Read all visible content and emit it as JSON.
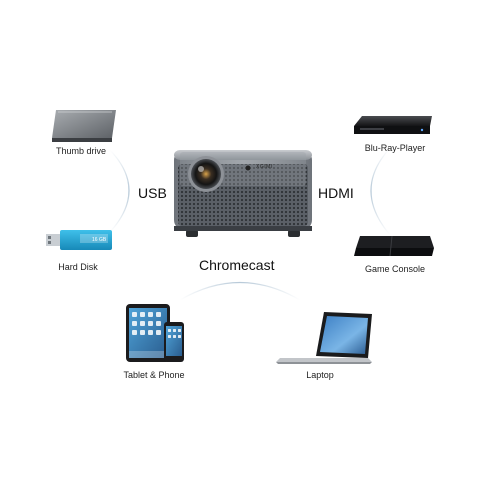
{
  "labels": {
    "thumb_drive": "Thumb drive",
    "hard_disk": "Hard Disk",
    "usb": "USB",
    "hdmi": "HDMI",
    "bluray": "Blu-Ray-Player",
    "game_console": "Game Console",
    "chromecast": "Chromecast",
    "tablet_phone": "Tablet  & Phone",
    "laptop": "Laptop"
  },
  "projector": {
    "brand": "XGIMI"
  },
  "icons": {
    "projector": "projector-icon",
    "thumb_drive": "external-drive-icon",
    "hard_disk": "usb-stick-icon",
    "bluray": "bluray-player-icon",
    "game_console": "game-console-icon",
    "tablet_phone": "tablet-phone-icon",
    "laptop": "laptop-icon"
  },
  "colors": {
    "arc": "#b7c9d8",
    "projector_body": "#8e9398",
    "projector_grille": "#4a4f55",
    "usb_stick": "#22a7d8",
    "dark_device": "#1c1c1e"
  }
}
